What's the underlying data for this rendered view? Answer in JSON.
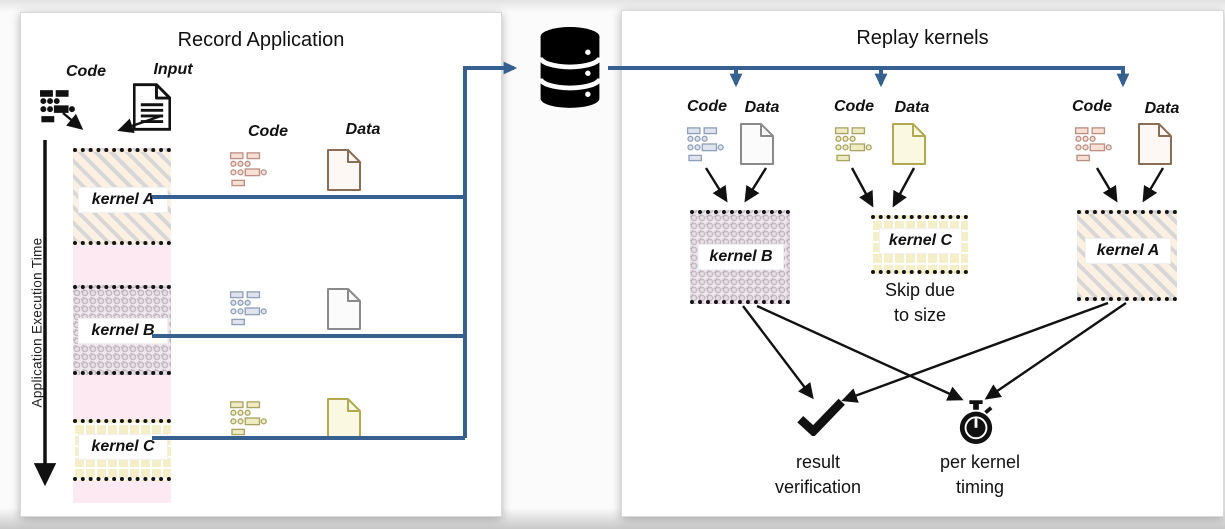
{
  "left_panel": {
    "title": "Record Application",
    "app_inputs": {
      "code_label": "Code",
      "input_label": "Input"
    },
    "axis_label": "Application Execution Time",
    "column_headers": {
      "code": "Code",
      "data": "Data"
    },
    "kernels": [
      {
        "name": "kernel A"
      },
      {
        "name": "kernel B"
      },
      {
        "name": "kernel C"
      }
    ]
  },
  "storage": {
    "icon": "database-icon"
  },
  "right_panel": {
    "title": "Replay kernels",
    "columns": [
      {
        "code_label": "Code",
        "data_label": "Data",
        "kernel": "kernel B"
      },
      {
        "code_label": "Code",
        "data_label": "Data",
        "kernel": "kernel C",
        "note_line1": "Skip due",
        "note_line2": "to size"
      },
      {
        "code_label": "Code",
        "data_label": "Data",
        "kernel": "kernel A"
      }
    ],
    "outputs": {
      "verification": {
        "icon": "checkmark-icon",
        "line1": "result",
        "line2": "verification"
      },
      "timing": {
        "icon": "stopwatch-icon",
        "line1": "per kernel",
        "line2": "timing"
      }
    }
  },
  "colors": {
    "connector_blue": "#36608F",
    "kernel_a_fill": "#FBF0E1",
    "kernel_b_fill": "#EFE7ED",
    "kernel_c_fill": "#F4EFC9",
    "timeline_pink": "#FCE9F2"
  }
}
